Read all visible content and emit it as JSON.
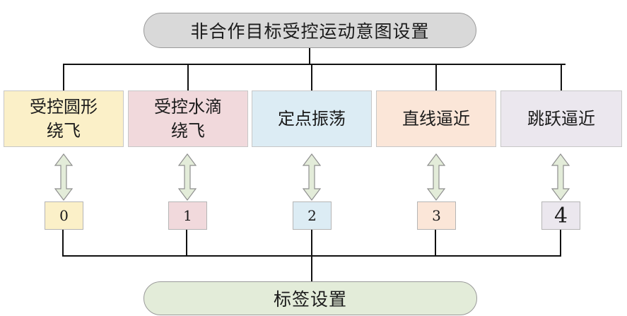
{
  "diagram": {
    "title": "非合作目标受控运动意图设置",
    "footer": "标签设置",
    "modes": [
      {
        "label": "受控圆形\n绕飞",
        "color": "#fbf0c8"
      },
      {
        "label": "受控水滴\n绕飞",
        "color": "#f1d9dc"
      },
      {
        "label": "定点振荡",
        "color": "#dcecf4"
      },
      {
        "label": "直线逼近",
        "color": "#fbe6d8"
      },
      {
        "label": "跳跃逼近",
        "color": "#ebe7ee"
      }
    ],
    "labels": [
      {
        "value": "0",
        "color": "#fbf0c8"
      },
      {
        "value": "1",
        "color": "#f1d9dc"
      },
      {
        "value": "2",
        "color": "#dcecf4"
      },
      {
        "value": "3",
        "color": "#fbe6d8"
      },
      {
        "value": "4",
        "color": "#ebe7ee"
      }
    ],
    "arrow_fill": "#e3ecd9"
  }
}
